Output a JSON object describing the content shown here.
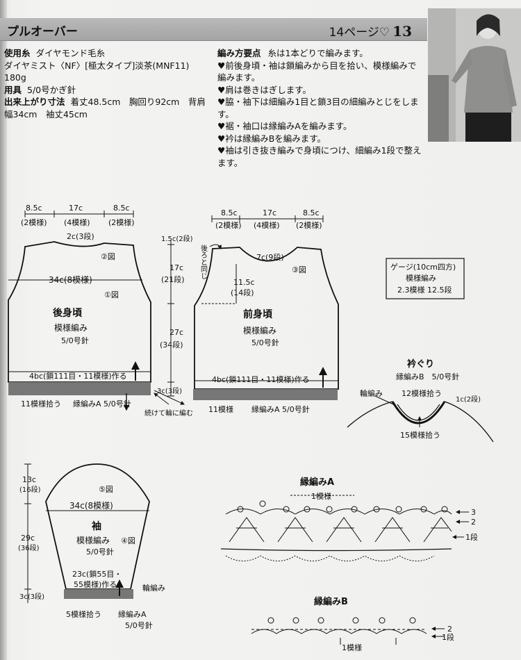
{
  "header": {
    "title": "プルオーバー",
    "page_ref": "14ページ♡",
    "number": "13"
  },
  "materials": {
    "yarn_label": "使用糸",
    "yarn_value": "ダイヤモンド毛糸",
    "yarn_detail": "ダイヤミスト〈NF〉[極太タイプ]淡茶(MNF11) 180g",
    "tool_label": "用具",
    "tool_value": "5/0号かぎ針",
    "size_label": "出来上がり寸法",
    "size_value": "着丈48.5cm　胸回り92cm　背肩幅34cm　袖丈45cm"
  },
  "instructions": {
    "label": "編み方要点",
    "intro": "糸は1本どりで編みます。",
    "steps": [
      "♥前後身頃・袖は鎖編みから目を拾い、模様編みで編みます。",
      "♥肩は巻きはぎします。",
      "♥脇・袖下は細編み1目と鎖3目の細編みとじをします。",
      "♥裾・袖口は縁編みAを編みます。",
      "♥衿は縁編みBを編みます。",
      "♥袖は引き抜き編みで身頃につけ、細編み1段で整えます。"
    ]
  },
  "back": {
    "top_dims": [
      "8.5c",
      "17c",
      "8.5c"
    ],
    "top_sub": [
      "(2模様)",
      "(4模様)",
      "(2模様)"
    ],
    "neck": "2c(3段)",
    "mark2": "②図",
    "width_label": "34c(8模様)",
    "mark1": "①図",
    "name": "後身頃",
    "pattern": "模様編み",
    "needle": "5/0号針",
    "bottom": "4bc(鎖111目・11模様)作る",
    "pickup": "11模様拾う",
    "edge": "縁編みA 5/0号針"
  },
  "side_dims": {
    "shoulder": "1.5c(2段)",
    "armhole": "17c",
    "armhole_rows": "(21段)",
    "body": "27c",
    "body_rows": "(34段)",
    "hem": "3c(3段)",
    "join": "続けて輪に編む"
  },
  "front": {
    "top_dims": [
      "8.5c",
      "17c",
      "8.5c"
    ],
    "top_sub": [
      "(2模様)",
      "(4模様)",
      "(2模様)"
    ],
    "note": "後ろと同じ",
    "neck": "7c(9段)",
    "mark3": "③図",
    "neck_depth": "11.5c",
    "neck_rows": "(14段)",
    "name": "前身頃",
    "pattern": "模様編み",
    "needle": "5/0号針",
    "bottom": "4bc(鎖111目・11模様)作る",
    "pickup": "11模様",
    "edge": "縁編みA 5/0号針"
  },
  "gauge": {
    "title": "ゲージ(10cm四方)",
    "pattern": "模様編み",
    "value": "2.3模様 12.5段"
  },
  "collar": {
    "title": "衿ぐり",
    "subtitle": "縁編みB　5/0号針",
    "edge": "輪編み",
    "top": "12模様拾う",
    "width": "1c(2段)",
    "bottom": "15模様拾う"
  },
  "sleeve": {
    "cap": "13c",
    "cap_rows": "(16段)",
    "mark5": "⑤図",
    "width_label": "34c(8模様)",
    "name": "袖",
    "pattern": "模様編み",
    "mark4": "④図",
    "needle": "5/0号針",
    "length": "29c",
    "length_rows": "(36段)",
    "bottom": "23c(鎖55目・",
    "bottom2": "55模様)作る",
    "cuff": "3c(3段)",
    "edge": "輪編み",
    "pickup": "5模様拾う",
    "edge_a": "縁編みA",
    "needle2": "5/0号針"
  },
  "chart_a": {
    "title": "縁編みA",
    "repeat": "1模様",
    "rows": [
      "3",
      "2",
      "1段"
    ]
  },
  "chart_b": {
    "title": "縁編みB",
    "repeat": "1模様",
    "rows": [
      "2",
      "1段"
    ]
  }
}
